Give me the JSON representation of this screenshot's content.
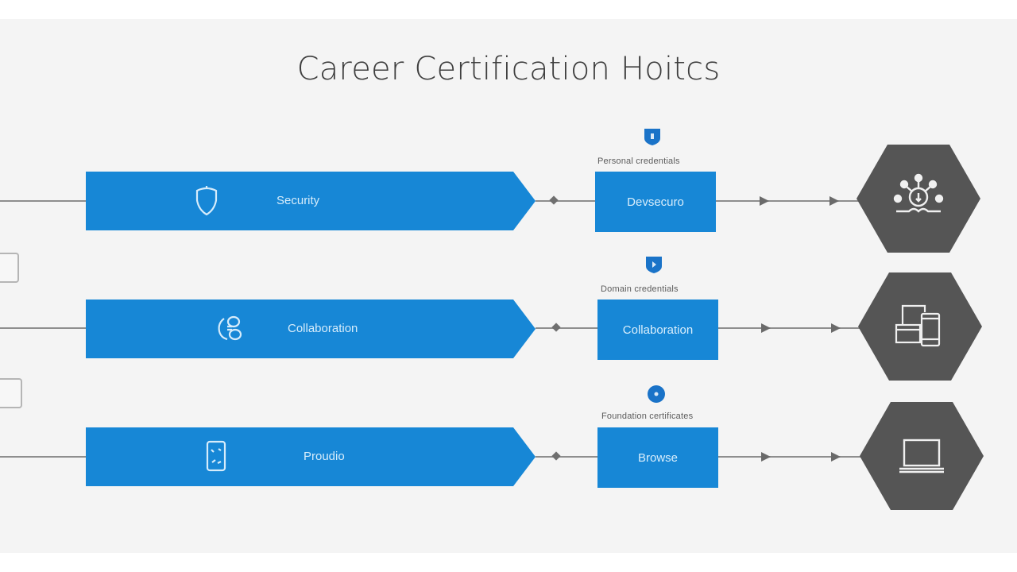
{
  "title": "Career Certification Hoitcs",
  "colors": {
    "bar_blue": "#1787d6",
    "hex_gray": "#555555",
    "background": "#f4f4f4",
    "connector": "#8e8e8e"
  },
  "rows": [
    {
      "bar_label": "Security",
      "bar_icon": "shield-icon",
      "badge_icon": "shield-badge-icon",
      "caption": "Personal credentials",
      "step_label": "Devsecuro",
      "hex_icon": "network-lightbulb-icon"
    },
    {
      "bar_label": "Collaboration",
      "bar_icon": "collaboration-icon",
      "badge_icon": "shield-badge-icon",
      "caption": "Domain credentials",
      "step_label": "Collaboration",
      "hex_icon": "devices-icon"
    },
    {
      "bar_label": "Proudio",
      "bar_icon": "tablet-icon",
      "badge_icon": "circle-badge-icon",
      "caption": "Foundation certificates",
      "step_label": "Browse",
      "hex_icon": "laptop-icon"
    }
  ]
}
